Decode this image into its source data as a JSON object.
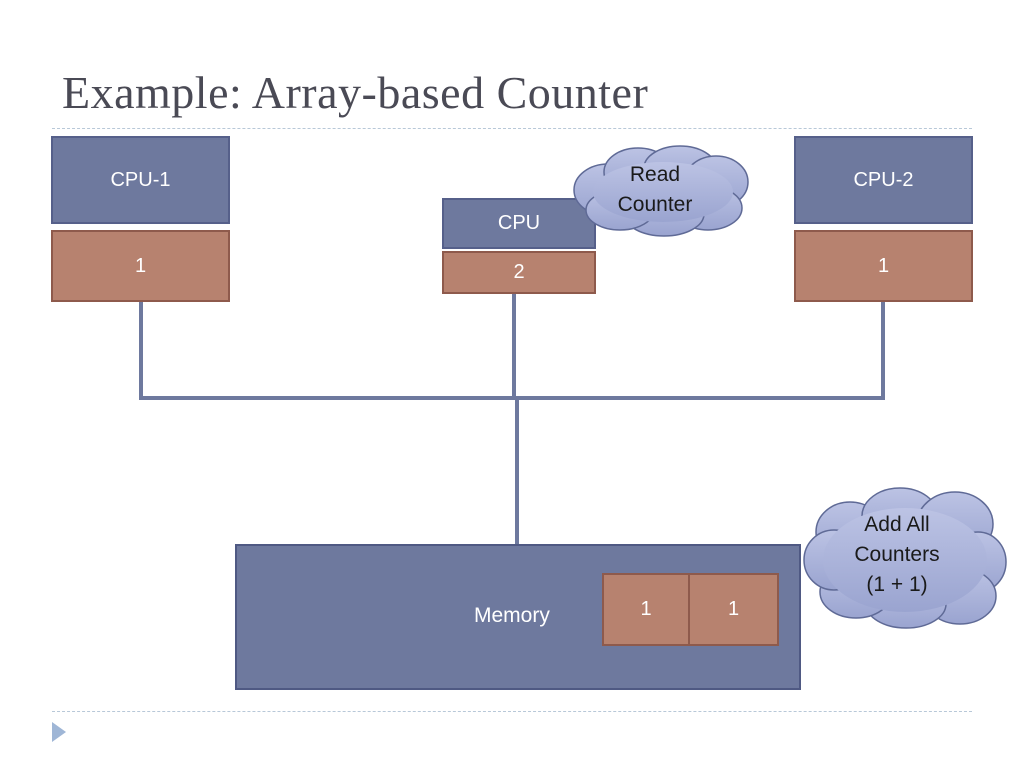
{
  "slide": {
    "title": "Example: Array-based Counter"
  },
  "diagram": {
    "cpu1": {
      "label": "CPU-1",
      "counter": "1"
    },
    "cpu_center": {
      "label": "CPU",
      "counter": "2"
    },
    "cpu2": {
      "label": "CPU-2",
      "counter": "1"
    },
    "memory": {
      "label": "Memory",
      "cells": [
        "1",
        "1"
      ]
    },
    "callouts": {
      "read": [
        "Read",
        "Counter"
      ],
      "add": [
        "Add All",
        "Counters",
        "(1 + 1)"
      ]
    },
    "colors": {
      "cpu": "#6e799e",
      "counter": "#b7826f",
      "cloud": "#a9b2d8",
      "wire": "#6e799e"
    }
  }
}
